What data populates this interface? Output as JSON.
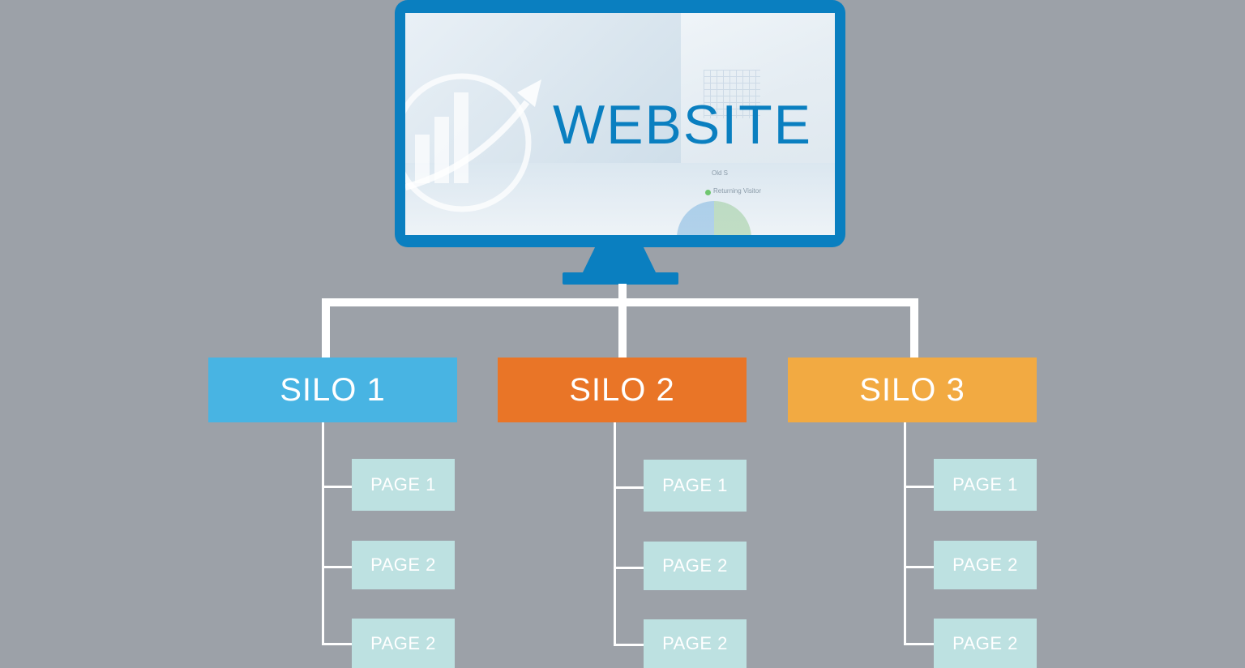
{
  "root": {
    "label": "WEBSITE"
  },
  "screen_texts": {
    "visitor_new": "Old S",
    "returning_visitor": "Returning Visitor"
  },
  "silos": [
    {
      "label": "SILO 1",
      "color": "#48b4e3",
      "pages": [
        "PAGE 1",
        "PAGE 2",
        "PAGE 2"
      ]
    },
    {
      "label": "SILO 2",
      "color": "#e97527",
      "pages": [
        "PAGE 1",
        "PAGE 2",
        "PAGE 2"
      ]
    },
    {
      "label": "SILO 3",
      "color": "#f2aa42",
      "pages": [
        "PAGE 1",
        "PAGE 2",
        "PAGE 2"
      ]
    }
  ],
  "colors": {
    "background": "#9ca1a8",
    "monitor": "#0a7fc0",
    "page_box": "#bde1e1",
    "connector": "#ffffff"
  }
}
